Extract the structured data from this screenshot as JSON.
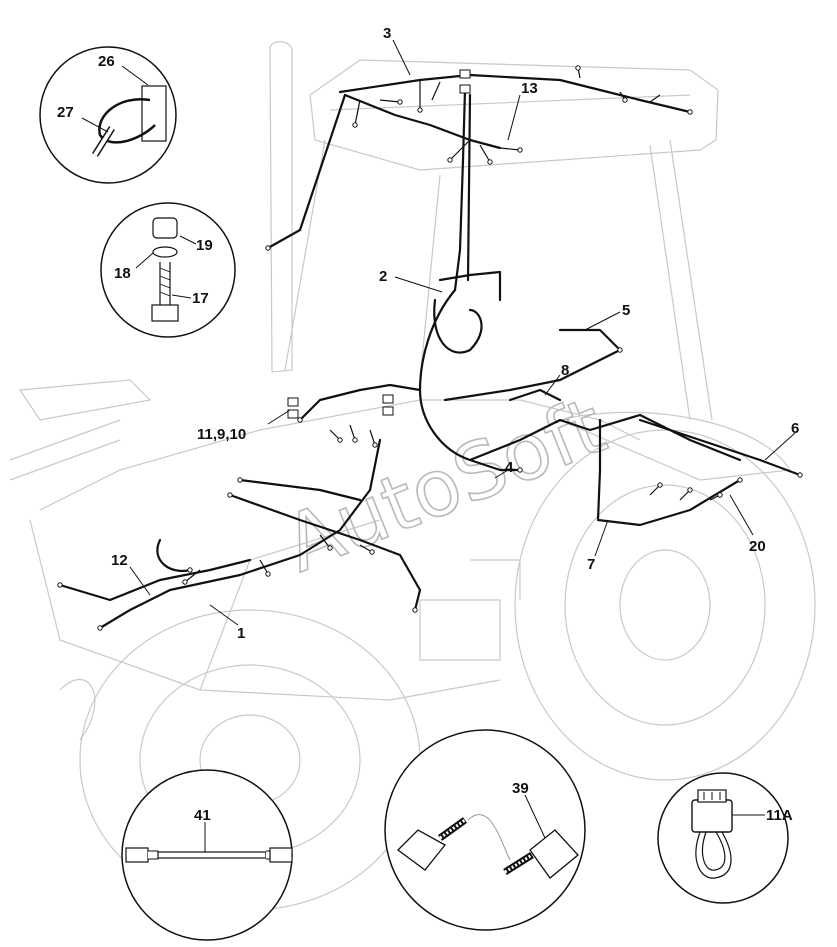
{
  "watermark": "AutoSoft",
  "callouts": {
    "c1": "1",
    "c2": "2",
    "c3": "3",
    "c4": "4",
    "c5": "5",
    "c6": "6",
    "c7": "7",
    "c8": "8",
    "c11_9_10": "11,9,10",
    "c12": "12",
    "c13": "13",
    "c17": "17",
    "c18": "18",
    "c19": "19",
    "c20": "20",
    "c26": "26",
    "c27": "27",
    "c39": "39",
    "c41": "41",
    "c11a": "11A"
  }
}
